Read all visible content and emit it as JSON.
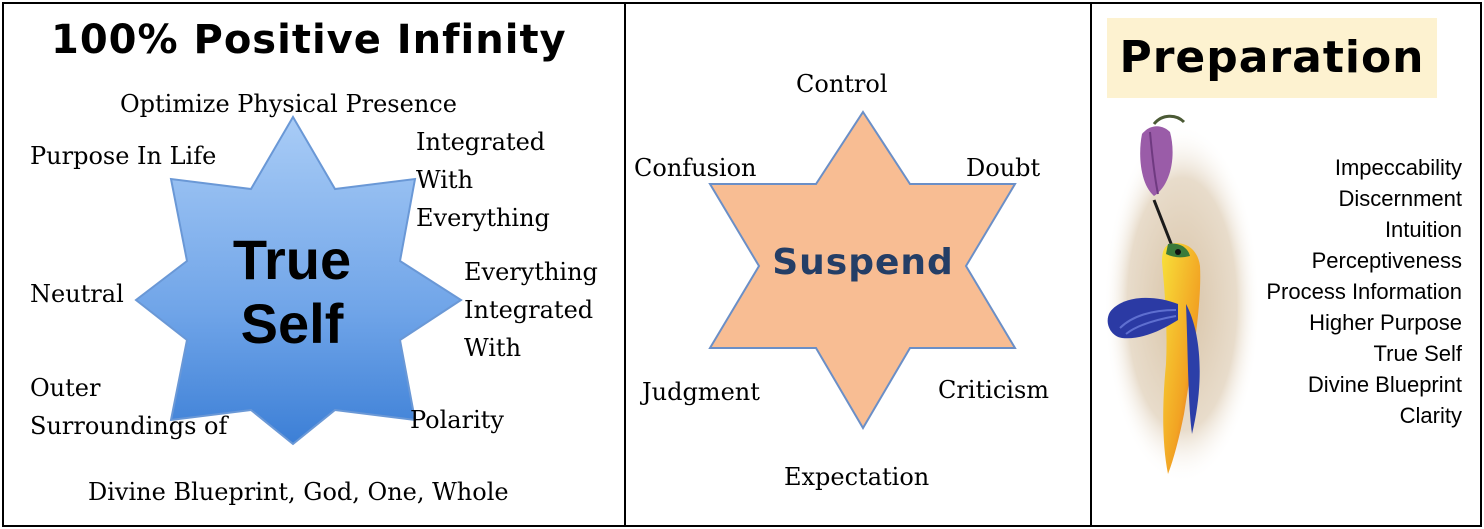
{
  "panel1": {
    "title": "100% Positive Infinity",
    "star_text_line1": "True",
    "star_text_line2": "Self",
    "labels": {
      "top": "Optimize Physical Presence",
      "top_left": "Purpose In Life",
      "top_right_1": "Integrated",
      "top_right_2": "With",
      "top_right_3": "Everything",
      "right_1": "Everything",
      "right_2": "Integrated",
      "right_3": "With",
      "left": "Neutral",
      "bottom_left_1": "Outer",
      "bottom_left_2": "Surroundings of",
      "bottom_right": "Polarity",
      "bottom": "Divine Blueprint, God, One, Whole"
    },
    "colors": {
      "star_top": "#a8cbf5",
      "star_bottom": "#3c7fd6",
      "star_stroke": "#6a98d6"
    }
  },
  "panel2": {
    "star_text": "Suspend",
    "labels": {
      "top": "Control",
      "top_left": "Confusion",
      "top_right": "Doubt",
      "bottom_left": "Judgment",
      "bottom_right": "Criticism",
      "bottom": "Expectation"
    },
    "colors": {
      "star_fill": "#f8bd93",
      "star_stroke": "#6b8fc7",
      "text": "#243e66"
    }
  },
  "panel3": {
    "title": "Preparation",
    "items": [
      "Impeccability",
      "Discernment",
      "Intuition",
      "Perceptiveness",
      "Process Information",
      "Higher Purpose",
      "True Self",
      "Divine Blueprint",
      "Clarity"
    ],
    "illustration": "hummingbird-with-flower",
    "colors": {
      "title_bg": "#fdf2d0"
    }
  }
}
